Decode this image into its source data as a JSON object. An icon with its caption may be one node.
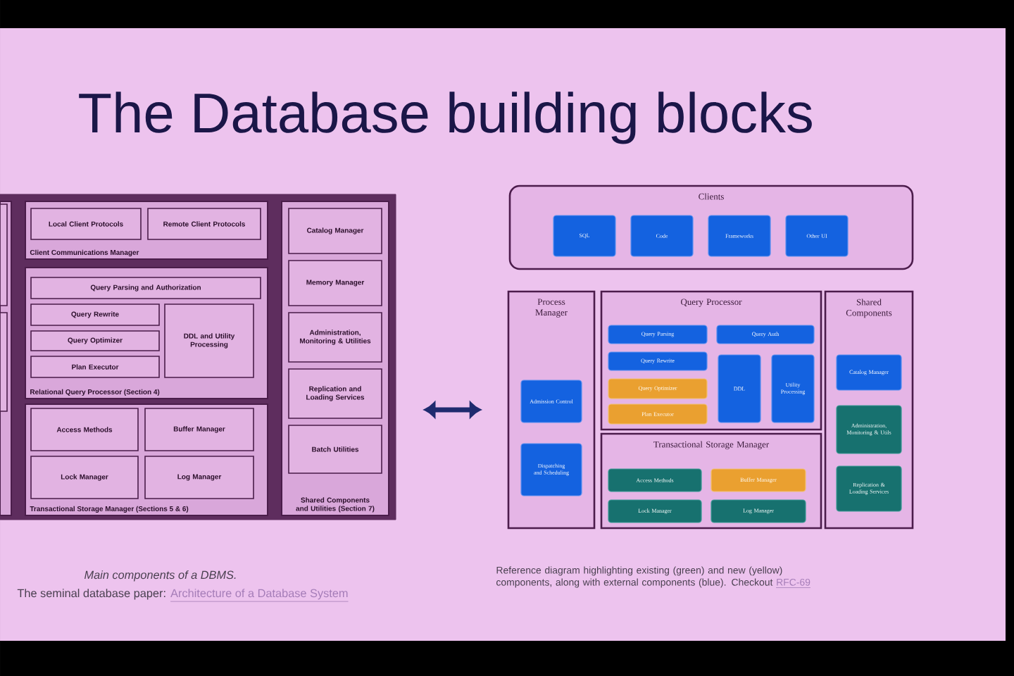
{
  "diagram": {
    "title": "The Database building blocks",
    "nodes": [
      {
        "text": [],
        "shape": "box"
      },
      {
        "text": [],
        "shape": "box",
        "in": 0
      },
      {
        "text": [],
        "shape": "box",
        "in": 1
      },
      {
        "text": [],
        "shape": "box",
        "in": 1
      },
      {
        "text": [
          "Client Communications Manager"
        ],
        "in": 0
      },
      {
        "text": [
          "Local Client Protocols"
        ],
        "in": 4
      },
      {
        "text": [
          "Remote Client Protocols"
        ],
        "in": 4
      },
      {
        "text": [
          "Relational Query Processor (Section 4)"
        ],
        "in": 0
      },
      {
        "text": [
          "Query Parsing and Authorization"
        ],
        "in": 7
      },
      {
        "text": [
          "Query Rewrite"
        ],
        "in": 7
      },
      {
        "text": [
          "Query Optimizer"
        ],
        "in": 7
      },
      {
        "text": [
          "Plan Executor"
        ],
        "in": 7
      },
      {
        "text": [
          "DDL and Utility Processing"
        ],
        "in": 7
      },
      {
        "text": [
          "Transactional Storage Manager (Sections 5 & 6)"
        ],
        "in": 0
      },
      {
        "text": [
          "Access Methods"
        ],
        "in": 13
      },
      {
        "text": [
          "Buffer Manager"
        ],
        "in": 13
      },
      {
        "text": [
          "Lock Manager"
        ],
        "in": 13
      },
      {
        "text": [
          "Log Manager"
        ],
        "in": 13
      },
      {
        "text": [
          "Shared Components and Utilities (Section 7)"
        ],
        "in": 0
      },
      {
        "text": [
          "Catalog Manager"
        ],
        "in": 18
      },
      {
        "text": [
          "Memory Manager"
        ],
        "in": 18
      },
      {
        "text": [
          "Administration, Monitoring & Utilities"
        ],
        "in": 18
      },
      {
        "text": [
          "Replication and Loading Services"
        ],
        "in": 18
      },
      {
        "text": [
          "Batch Utilities"
        ],
        "in": 18
      },
      {
        "text": [
          "Clients"
        ]
      },
      {
        "text": [
          "SQL"
        ],
        "in": 24
      },
      {
        "text": [
          "Code"
        ],
        "in": 24
      },
      {
        "text": [
          "Frameworks"
        ],
        "in": 24
      },
      {
        "text": [
          "Other UI"
        ],
        "in": 24
      },
      {
        "text": [
          "Process Manager"
        ]
      },
      {
        "text": [
          "Admission Control"
        ],
        "in": 29
      },
      {
        "text": [
          "Dispatching and Scheduling"
        ],
        "in": 29
      },
      {
        "text": [
          "Query Processor"
        ]
      },
      {
        "text": [
          "Query Parsing"
        ],
        "in": 32
      },
      {
        "text": [
          "Query Auth"
        ],
        "in": 32
      },
      {
        "text": [
          "Query Rewrite"
        ],
        "in": 32
      },
      {
        "text": [
          "Query Optimizer"
        ],
        "in": 32
      },
      {
        "text": [
          "Plan Executor"
        ],
        "in": 32
      },
      {
        "text": [
          "DDL"
        ],
        "in": 32
      },
      {
        "text": [
          "Utility Processing"
        ],
        "in": 32
      },
      {
        "text": [
          "Transactional Storage Manager"
        ]
      },
      {
        "text": [
          "Access Methods"
        ],
        "in": 40
      },
      {
        "text": [
          "Buffer Manager"
        ],
        "in": 40
      },
      {
        "text": [
          "Lock Manager"
        ],
        "in": 40
      },
      {
        "text": [
          "Log Manager"
        ],
        "in": 40
      },
      {
        "text": [
          "Shared Components"
        ]
      },
      {
        "text": [
          "Catalog Manager"
        ],
        "in": 45
      },
      {
        "text": [
          "Administration, Monitoring & Utils"
        ],
        "in": 45
      },
      {
        "text": [
          "Replication & Loading Services"
        ],
        "in": 45
      }
    ],
    "edges": [
      {
        "from": 0,
        "to": 29,
        "arrow": "both"
      }
    ],
    "labels": [
      "Main components of a DBMS.",
      "The seminal database paper:",
      "Architecture of a Database System",
      "Reference diagram highlighting existing (green) and new (yellow) components, along with external components (blue). Checkout",
      "RFC-69"
    ]
  }
}
